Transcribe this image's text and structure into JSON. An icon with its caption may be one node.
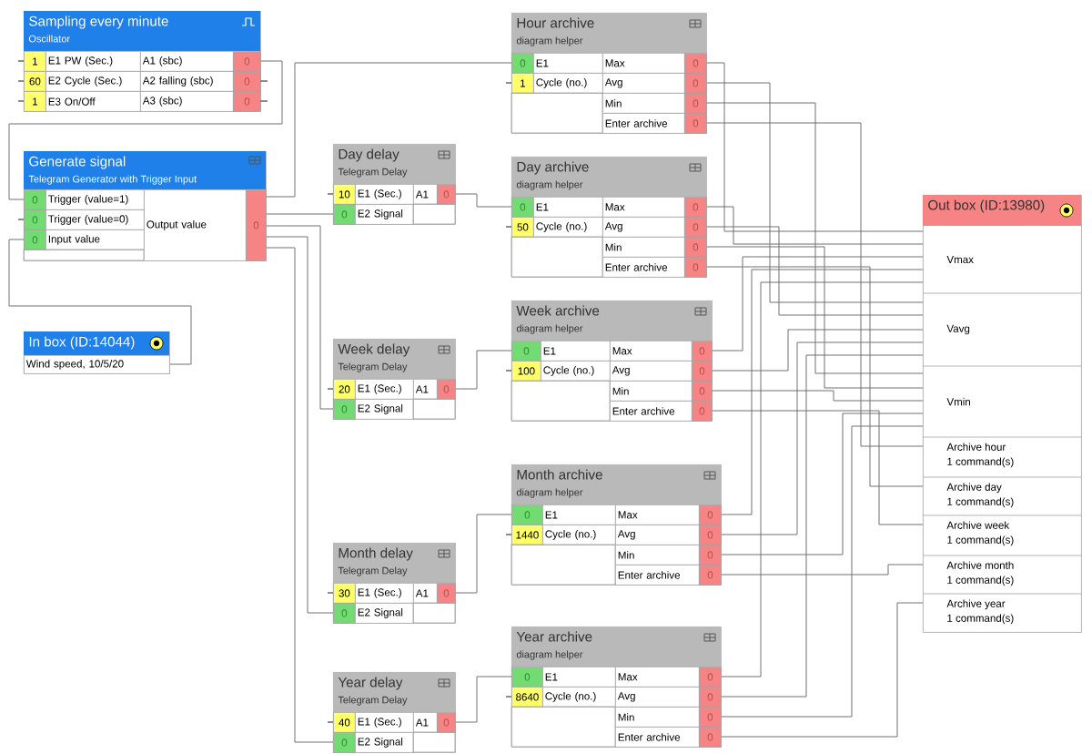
{
  "diagram": {
    "nodes": [
      {
        "text": [
          "Sampling every minute",
          "Oscillator",
          "1",
          "E1 PW (Sec.)",
          "A1 (sbc)",
          "0",
          "60",
          "E2 Cycle (Sec.)",
          "A2 falling (sbc)",
          "0",
          "1",
          "E3 On/Off",
          "A3 (sbc)",
          "0"
        ]
      },
      {
        "text": [
          "Generate signal",
          "Telegram Generator with Trigger Input",
          "0",
          "Trigger (value=1)",
          "0",
          "Trigger (value=0)",
          "0",
          "Input value",
          "Output value",
          "0"
        ]
      },
      {
        "text": [
          "In box (ID:14044)",
          "Wind speed, 10/5/20"
        ]
      },
      {
        "text": [
          "Hour archive",
          "diagram helper",
          "0",
          "E1",
          "Max",
          "0",
          "1",
          "Cycle (no.)",
          "Avg",
          "0",
          "Min",
          "0",
          "Enter archive",
          "0"
        ]
      },
      {
        "text": [
          "Day delay",
          "Telegram Delay",
          "10",
          "E1 (Sec.)",
          "A1",
          "0",
          "0",
          "E2 Signal"
        ]
      },
      {
        "text": [
          "Day archive",
          "diagram helper",
          "0",
          "E1",
          "Max",
          "0",
          "50",
          "Cycle (no.)",
          "Avg",
          "0",
          "Min",
          "0",
          "Enter archive",
          "0"
        ]
      },
      {
        "text": [
          "Week delay",
          "Telegram Delay",
          "20",
          "E1 (Sec.)",
          "A1",
          "0",
          "0",
          "E2 Signal"
        ]
      },
      {
        "text": [
          "Week archive",
          "diagram helper",
          "0",
          "E1",
          "Max",
          "0",
          "100",
          "Cycle (no.)",
          "Avg",
          "0",
          "Min",
          "0",
          "Enter archive",
          "0"
        ]
      },
      {
        "text": [
          "Month delay",
          "Telegram Delay",
          "30",
          "E1 (Sec.)",
          "A1",
          "0",
          "0",
          "E2 Signal"
        ]
      },
      {
        "text": [
          "Month archive",
          "diagram helper",
          "0",
          "E1",
          "Max",
          "0",
          "1440",
          "Cycle (no.)",
          "Avg",
          "0",
          "Min",
          "0",
          "Enter archive",
          "0"
        ]
      },
      {
        "text": [
          "Year delay",
          "Telegram Delay",
          "40",
          "E1 (Sec.)",
          "A1",
          "0",
          "0",
          "E2 Signal"
        ]
      },
      {
        "text": [
          "Year archive",
          "diagram helper",
          "0",
          "E1",
          "Max",
          "0",
          "8640",
          "Cycle (no.)",
          "Avg",
          "0",
          "Min",
          "0",
          "Enter archive",
          "0"
        ]
      },
      {
        "text": [
          "Out box (ID:13980)",
          "Vmax",
          "Vavg",
          "Vmin",
          "Archive hour",
          "1 command(s)",
          "Archive day",
          "1 command(s)",
          "Archive week",
          "1 command(s)",
          "Archive month",
          "1 command(s)",
          "Archive year",
          "1 command(s)"
        ]
      }
    ],
    "edges": [
      {
        "from": 0,
        "to": 1,
        "arrow": "none"
      },
      {
        "from": 2,
        "to": 1,
        "arrow": "none"
      },
      {
        "from": 1,
        "to": 3,
        "arrow": "none"
      },
      {
        "from": 1,
        "to": 4,
        "arrow": "none"
      },
      {
        "from": 1,
        "to": 6,
        "arrow": "none"
      },
      {
        "from": 1,
        "to": 8,
        "arrow": "none"
      },
      {
        "from": 1,
        "to": 10,
        "arrow": "none"
      },
      {
        "from": 4,
        "to": 5,
        "arrow": "none"
      },
      {
        "from": 6,
        "to": 7,
        "arrow": "none"
      },
      {
        "from": 8,
        "to": 9,
        "arrow": "none"
      },
      {
        "from": 10,
        "to": 11,
        "arrow": "none"
      },
      {
        "from": 3,
        "to": 12,
        "arrow": "none"
      },
      {
        "from": 3,
        "to": 12,
        "arrow": "none"
      },
      {
        "from": 3,
        "to": 12,
        "arrow": "none"
      },
      {
        "from": 3,
        "to": 12,
        "arrow": "none"
      },
      {
        "from": 5,
        "to": 12,
        "arrow": "none"
      },
      {
        "from": 5,
        "to": 12,
        "arrow": "none"
      },
      {
        "from": 5,
        "to": 12,
        "arrow": "none"
      },
      {
        "from": 5,
        "to": 12,
        "arrow": "none"
      },
      {
        "from": 7,
        "to": 12,
        "arrow": "none"
      },
      {
        "from": 7,
        "to": 12,
        "arrow": "none"
      },
      {
        "from": 7,
        "to": 12,
        "arrow": "none"
      },
      {
        "from": 7,
        "to": 12,
        "arrow": "none"
      },
      {
        "from": 9,
        "to": 12,
        "arrow": "none"
      },
      {
        "from": 9,
        "to": 12,
        "arrow": "none"
      },
      {
        "from": 9,
        "to": 12,
        "arrow": "none"
      },
      {
        "from": 9,
        "to": 12,
        "arrow": "none"
      },
      {
        "from": 11,
        "to": 12,
        "arrow": "none"
      },
      {
        "from": 11,
        "to": 12,
        "arrow": "none"
      },
      {
        "from": 11,
        "to": 12,
        "arrow": "none"
      },
      {
        "from": 11,
        "to": 12,
        "arrow": "none"
      }
    ]
  }
}
